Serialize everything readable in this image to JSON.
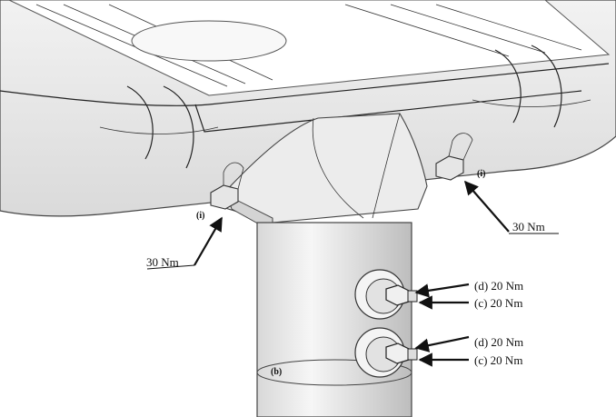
{
  "labels": {
    "bolt_left_marker": "(i)",
    "bolt_right_marker": "(i)",
    "torque_left": "30 Nm",
    "torque_right": "30 Nm",
    "pole_marker": "(b)",
    "upper_d": "(d) 20 Nm",
    "upper_c": "(c) 20 Nm",
    "lower_d": "(d) 20 Nm",
    "lower_c": "(c) 20 Nm"
  }
}
